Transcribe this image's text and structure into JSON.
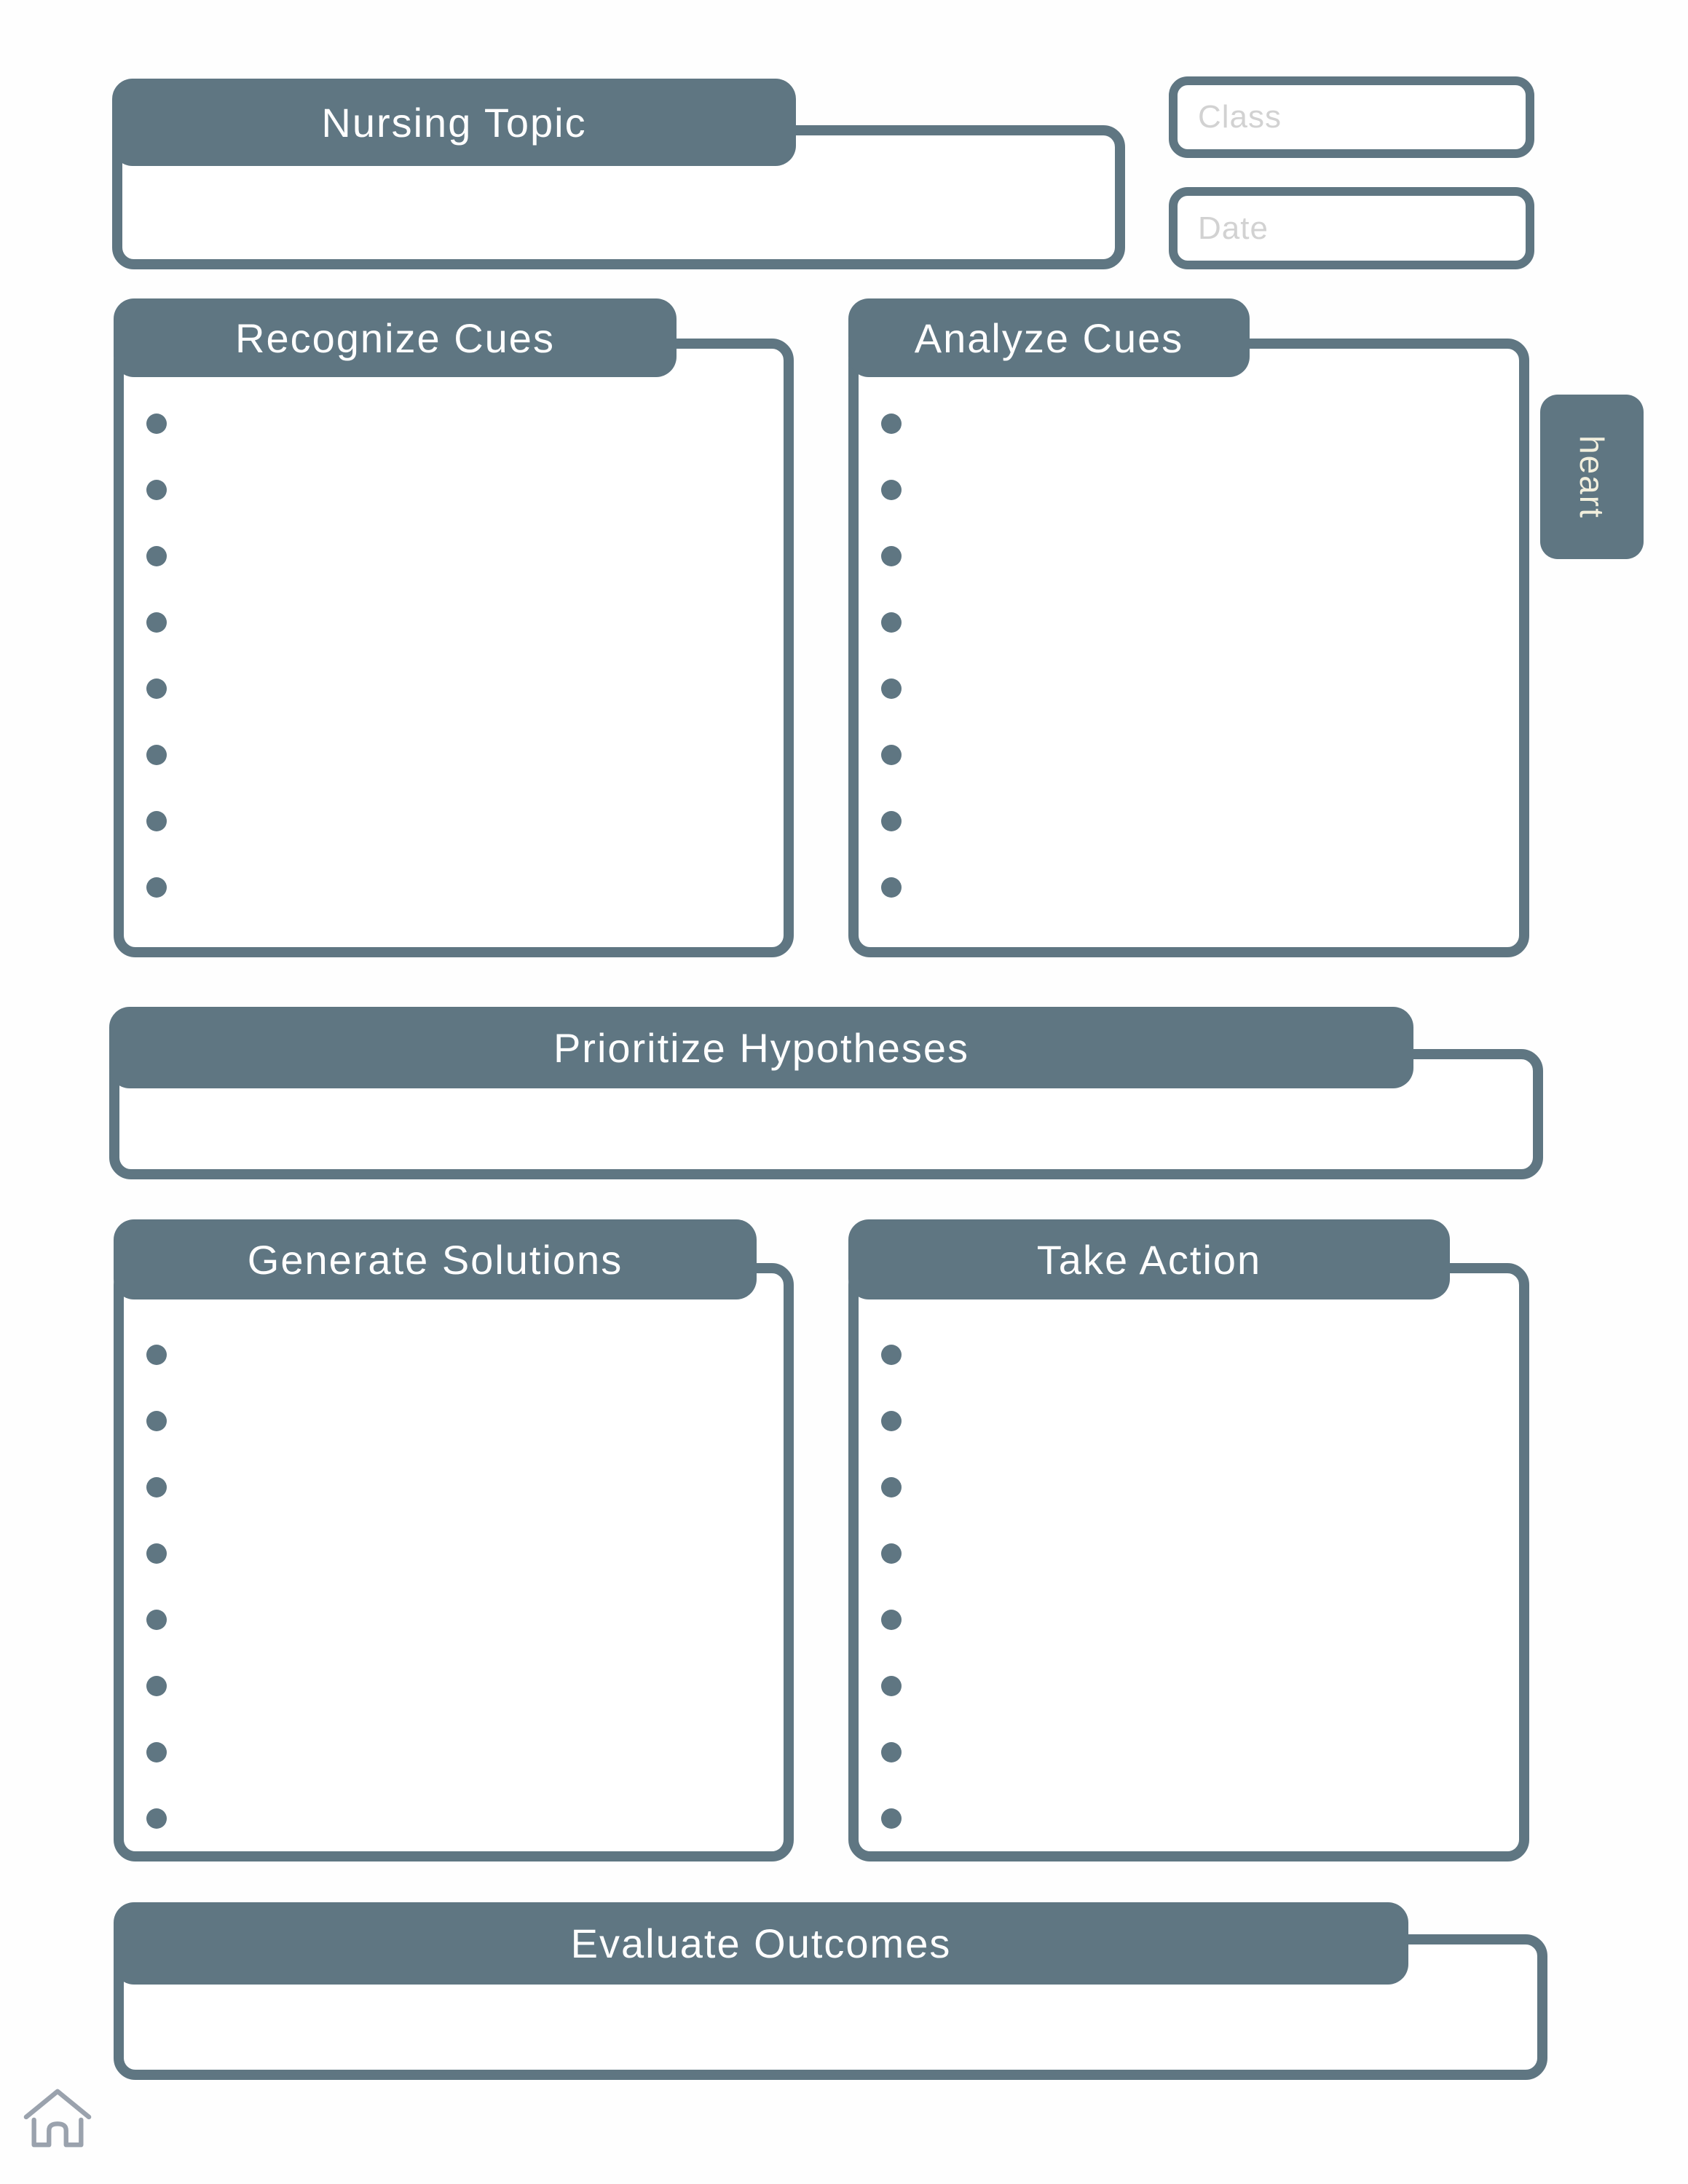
{
  "colors": {
    "accent": "#5f7682",
    "header_text": "#ffffff",
    "cream": "#f2efdd",
    "placeholder_gray": "#d2d2d2",
    "icon_gray": "#9aa2ad",
    "page_bg": "#fefefe"
  },
  "topic": {
    "label": "Nursing Topic",
    "value": ""
  },
  "meta": {
    "class_placeholder": "Class",
    "class_value": "",
    "date_placeholder": "Date",
    "date_value": ""
  },
  "side_tab": {
    "label": "heart"
  },
  "sections": [
    {
      "id": "recognize-cues",
      "label": "Recognize Cues",
      "bullets": 8
    },
    {
      "id": "analyze-cues",
      "label": "Analyze Cues",
      "bullets": 8
    },
    {
      "id": "prioritize-hypotheses",
      "label": "Prioritize Hypotheses",
      "bullets": 0
    },
    {
      "id": "generate-solutions",
      "label": "Generate Solutions",
      "bullets": 8
    },
    {
      "id": "take-action",
      "label": "Take Action",
      "bullets": 8
    },
    {
      "id": "evaluate-outcomes",
      "label": "Evaluate Outcomes",
      "bullets": 0
    }
  ],
  "icons": {
    "home": "home-icon"
  }
}
